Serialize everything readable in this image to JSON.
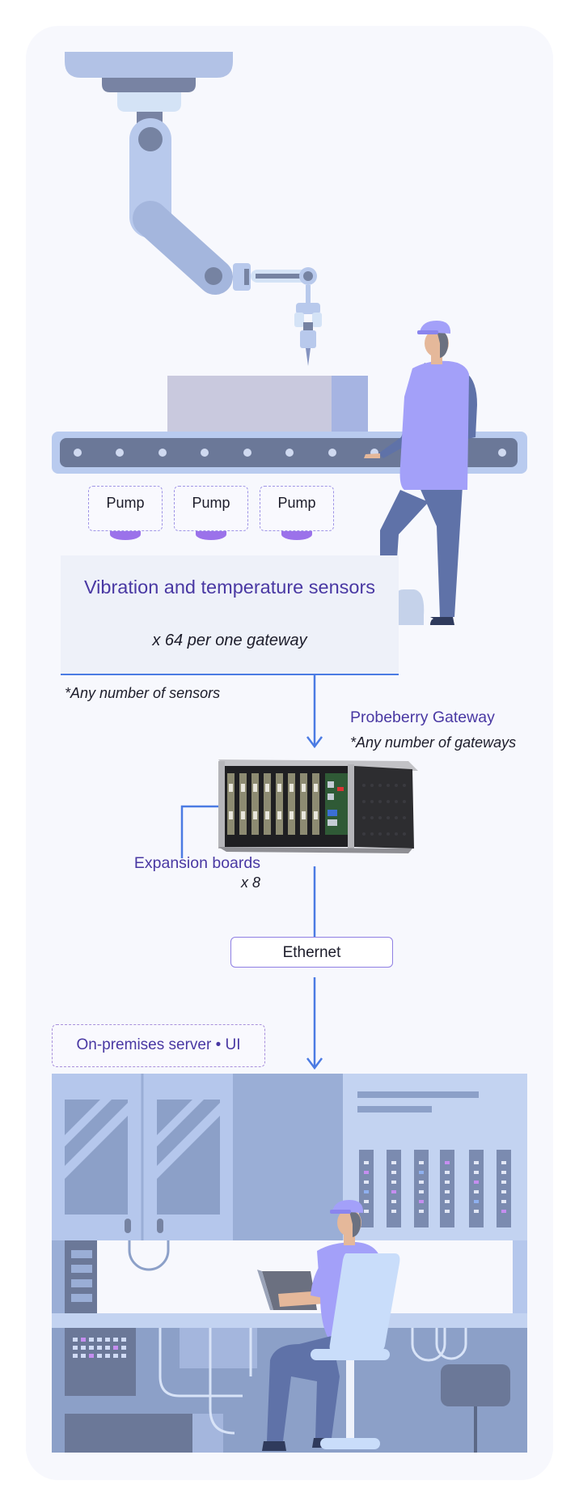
{
  "diagram": {
    "pumps": [
      "Pump",
      "Pump",
      "Pump"
    ],
    "sensors": {
      "title": "Vibration and temperature sensors",
      "count_note": "x 64 per one gateway",
      "any_number_note": "*Any number of sensors"
    },
    "gateway": {
      "title": "Probeberry Gateway",
      "any_number_note": "*Any number of gateways"
    },
    "expansion": {
      "label": "Expansion boards",
      "count": "x 8"
    },
    "ethernet_label": "Ethernet",
    "server_label": "On-premises server • UI"
  },
  "colors": {
    "card_background": "#f7f8fd",
    "accent_purple": "#4938a3",
    "connector_blue": "#4b7be3",
    "dashed_border": "#9f95e6",
    "worker_vest": "#a3a0f9",
    "worker_trousers": "#5f72a8",
    "machine_light": "#b8c9ec",
    "machine_mid": "#a4b6dd",
    "machine_dark": "#7683a2",
    "pump_cylinder": "#a47df2"
  },
  "icons": {
    "robot_arm": "robot-arm-illustration",
    "conveyor": "conveyor-belt-illustration",
    "factory_worker": "factory-worker-illustration",
    "gateway_device": "gateway-rack-device-image",
    "control_room": "control-room-illustration",
    "operator": "operator-with-laptop-illustration"
  }
}
